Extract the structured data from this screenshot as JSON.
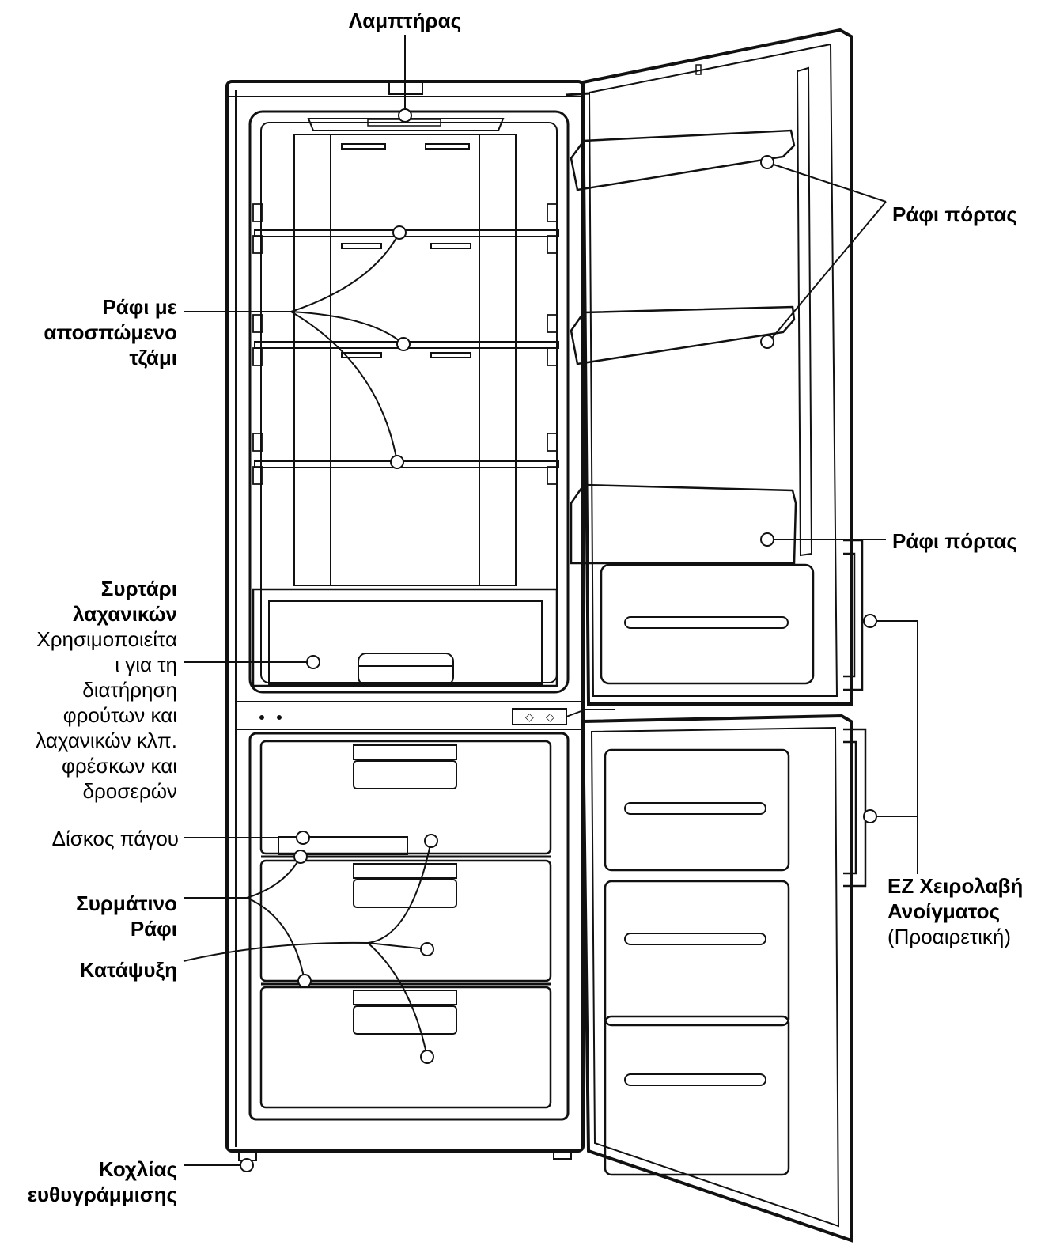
{
  "labels": {
    "lamp": "Λαμπτήρας",
    "door_shelf_top": "Ράφι πόρτας",
    "glass_shelf": [
      "Ράφι με",
      "αποσπώμενο",
      "τζάμι"
    ],
    "door_shelf_bottom": "Ράφι πόρτας",
    "vegetable_drawer_title": [
      "Συρτάρι",
      "λαχανικών"
    ],
    "vegetable_drawer_desc": [
      "Χρησιμοποιείτα",
      "ι για τη",
      "διατήρηση",
      "φρούτων και",
      "λαχανικών κλπ.",
      "φρέσκων και",
      "δροσερών"
    ],
    "ice_tray": "Δίσκος πάγου",
    "wire_shelf": [
      "Συρμάτινο",
      "Ράφι"
    ],
    "freezer": "Κατάψυξη",
    "leveling_screw": [
      "Κοχλίας",
      "ευθυγράμμισης"
    ],
    "handle": [
      "EZ Χειρολαβή",
      "Ανοίγματος"
    ],
    "handle_optional": "(Προαιρετική)"
  }
}
